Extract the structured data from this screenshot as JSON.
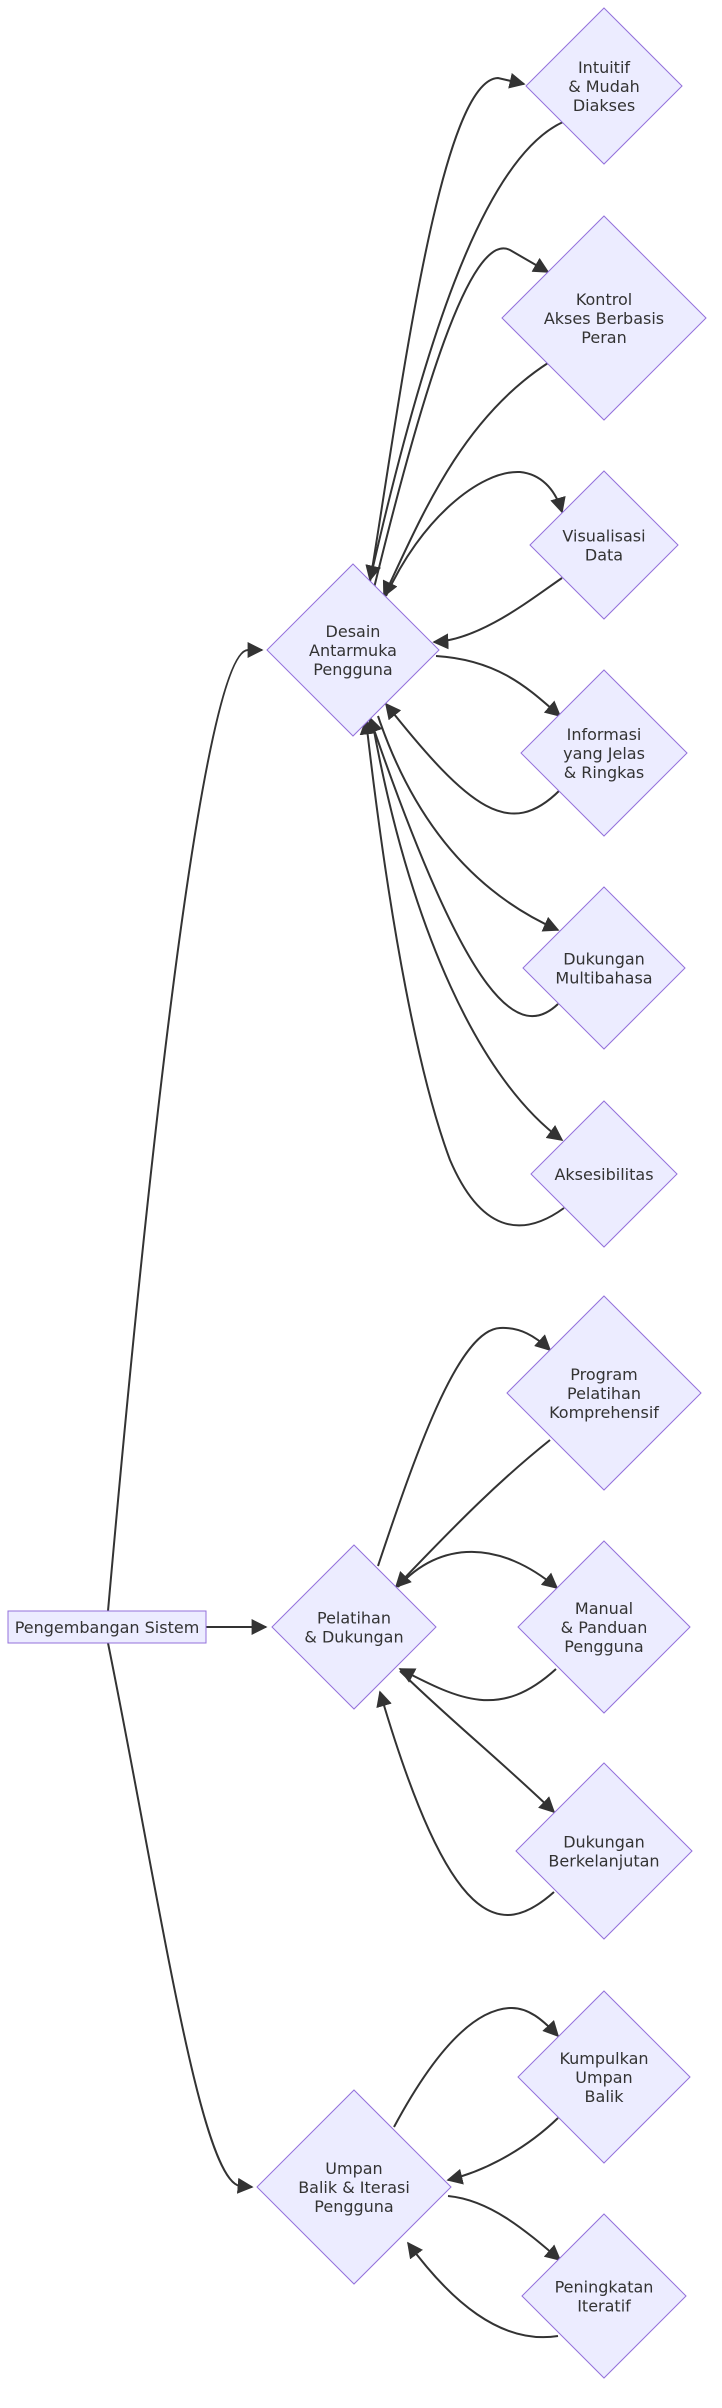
{
  "diagram": {
    "colors": {
      "node_fill": "#ececff",
      "node_stroke": "#9370db",
      "edge": "#333333",
      "text": "#333333"
    },
    "nodes": [
      {
        "id": "root",
        "shape": "rect",
        "lines": [
          "Pengembangan Sistem"
        ]
      },
      {
        "id": "desain",
        "shape": "diamond",
        "lines": [
          "Desain",
          "Antarmuka",
          "Pengguna"
        ]
      },
      {
        "id": "intuitif",
        "shape": "diamond",
        "lines": [
          "Intuitif",
          "& Mudah",
          "Diakses"
        ]
      },
      {
        "id": "kontrol",
        "shape": "diamond",
        "lines": [
          "Kontrol",
          "Akses Berbasis",
          "Peran"
        ]
      },
      {
        "id": "visual",
        "shape": "diamond",
        "lines": [
          "Visualisasi",
          "Data"
        ]
      },
      {
        "id": "informasi",
        "shape": "diamond",
        "lines": [
          "Informasi",
          "yang Jelas",
          "& Ringkas"
        ]
      },
      {
        "id": "multibahasa",
        "shape": "diamond",
        "lines": [
          "Dukungan",
          "Multibahasa"
        ]
      },
      {
        "id": "aksesibilitas",
        "shape": "diamond",
        "lines": [
          "Aksesibilitas"
        ]
      },
      {
        "id": "pelatihan",
        "shape": "diamond",
        "lines": [
          "Pelatihan",
          "& Dukungan"
        ]
      },
      {
        "id": "program",
        "shape": "diamond",
        "lines": [
          "Program",
          "Pelatihan",
          "Komprehensif"
        ]
      },
      {
        "id": "manual",
        "shape": "diamond",
        "lines": [
          "Manual",
          "& Panduan",
          "Pengguna"
        ]
      },
      {
        "id": "berkelanjutan",
        "shape": "diamond",
        "lines": [
          "Dukungan",
          "Berkelanjutan"
        ]
      },
      {
        "id": "umpan",
        "shape": "diamond",
        "lines": [
          "Umpan",
          "Balik & Iterasi",
          "Pengguna"
        ]
      },
      {
        "id": "kumpulkan",
        "shape": "diamond",
        "lines": [
          "Kumpulkan",
          "Umpan",
          "Balik"
        ]
      },
      {
        "id": "peningkatan",
        "shape": "diamond",
        "lines": [
          "Peningkatan",
          "Iteratif"
        ]
      }
    ],
    "edges": [
      {
        "from": "root",
        "to": "desain"
      },
      {
        "from": "root",
        "to": "pelatihan"
      },
      {
        "from": "root",
        "to": "umpan"
      },
      {
        "from": "desain",
        "to": "intuitif"
      },
      {
        "from": "intuitif",
        "to": "desain"
      },
      {
        "from": "desain",
        "to": "kontrol"
      },
      {
        "from": "kontrol",
        "to": "desain"
      },
      {
        "from": "desain",
        "to": "visual"
      },
      {
        "from": "visual",
        "to": "desain"
      },
      {
        "from": "desain",
        "to": "informasi"
      },
      {
        "from": "informasi",
        "to": "desain"
      },
      {
        "from": "desain",
        "to": "multibahasa"
      },
      {
        "from": "multibahasa",
        "to": "desain"
      },
      {
        "from": "desain",
        "to": "aksesibilitas"
      },
      {
        "from": "aksesibilitas",
        "to": "desain"
      },
      {
        "from": "pelatihan",
        "to": "program"
      },
      {
        "from": "program",
        "to": "pelatihan"
      },
      {
        "from": "pelatihan",
        "to": "manual"
      },
      {
        "from": "manual",
        "to": "pelatihan"
      },
      {
        "from": "pelatihan",
        "to": "berkelanjutan"
      },
      {
        "from": "berkelanjutan",
        "to": "pelatihan"
      },
      {
        "from": "umpan",
        "to": "kumpulkan"
      },
      {
        "from": "kumpulkan",
        "to": "umpan"
      },
      {
        "from": "umpan",
        "to": "peningkatan"
      },
      {
        "from": "peningkatan",
        "to": "umpan"
      }
    ]
  }
}
